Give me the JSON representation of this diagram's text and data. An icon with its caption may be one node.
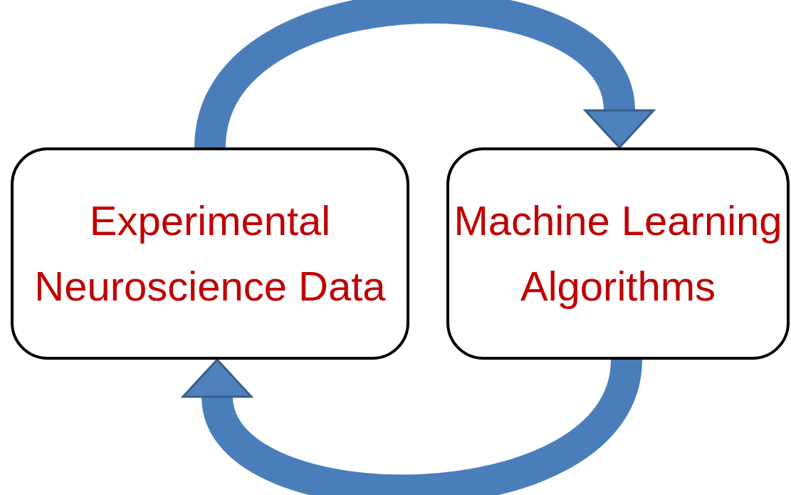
{
  "diagram": {
    "nodes": [
      {
        "text": [
          "Experimental Neuroscience Data"
        ]
      },
      {
        "text": [
          "Machine Learning Algorithms"
        ]
      }
    ],
    "edges": [
      {
        "from": 0,
        "to": 1,
        "arrow": "to"
      },
      {
        "from": 1,
        "to": 0,
        "arrow": "to"
      }
    ]
  }
}
